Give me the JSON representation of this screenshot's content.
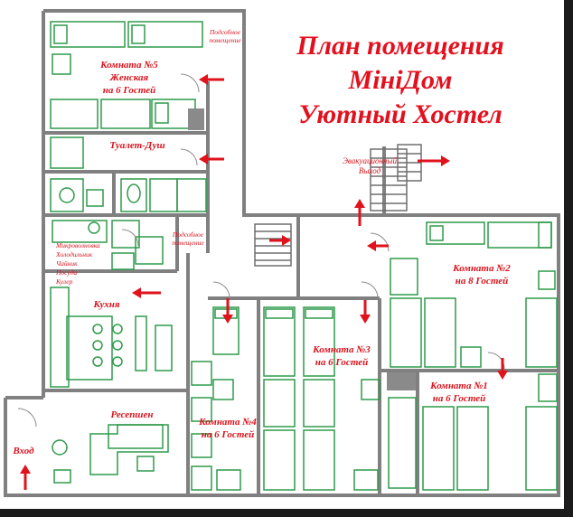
{
  "title": {
    "line1": "План помещения",
    "line2": "МініДом",
    "line3": "Уютный Хостел"
  },
  "labels": {
    "room5_name": "Комната №5",
    "room5_type": "Женская",
    "room5_capacity": "на 6 Гостей",
    "utility_top_1": "Подсобное",
    "utility_top_2": "помещение",
    "toilet_shower": "Туалет-Душ",
    "utility_mid_1": "Подсобное",
    "utility_mid_2": "помещение",
    "appliance_1": "Микроволновка",
    "appliance_2": "Холодильник",
    "appliance_3": "Чайник",
    "appliance_4": "Посуда",
    "appliance_5": "Кулер",
    "kitchen": "Кухня",
    "reception": "Ресепшен",
    "entrance": "Вход",
    "emergency_1": "Эвакуационный",
    "emergency_2": "Выход",
    "room2_name": "Комната №2",
    "room2_capacity": "на 8 Гостей",
    "room3_name": "Комната №3",
    "room3_capacity": "на 6 Гостей",
    "room4_name": "Комната №4",
    "room4_capacity": "на 6 Гостей",
    "room1_name": "Комната №1",
    "room1_capacity": "на 6 Гостей"
  },
  "colors": {
    "background": "#1b1b1b",
    "paper": "#ffffff",
    "wall": "#7d7d7d",
    "furniture": "#2e9a4a",
    "text": "#d8141e",
    "arrow": "#e0121c"
  }
}
